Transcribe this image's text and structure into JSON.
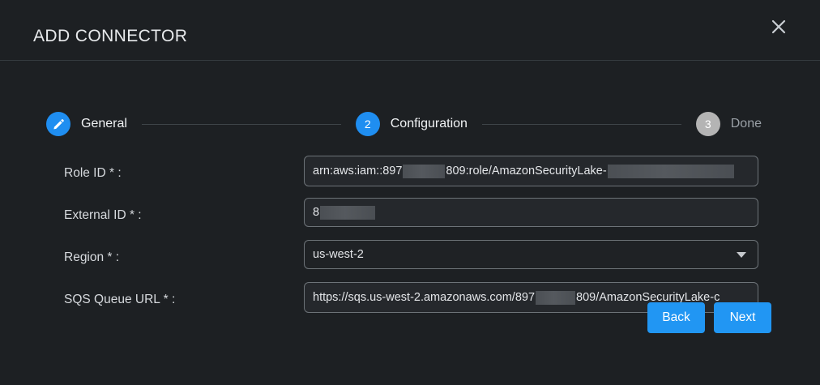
{
  "dialog": {
    "title": "ADD CONNECTOR",
    "close_icon": "close-icon"
  },
  "colors": {
    "background": "#1d2023",
    "accent": "#2196f3",
    "step_active": "#1f8ef1",
    "step_inactive": "#b4b4b4",
    "field_border": "#6d7378",
    "text_primary": "#e8eaec",
    "text_muted": "#9aa0a6",
    "redaction": "#4f5358"
  },
  "stepper": {
    "steps": [
      {
        "marker": "pencil-icon",
        "number": "1",
        "label": "General",
        "state": "completed"
      },
      {
        "marker": "number",
        "number": "2",
        "label": "Configuration",
        "state": "active"
      },
      {
        "marker": "number",
        "number": "3",
        "label": "Done",
        "state": "inactive"
      }
    ]
  },
  "form": {
    "fields": [
      {
        "label": "Role ID * :",
        "type": "text",
        "value_prefix": "arn:aws:iam::897",
        "value_middle": "809:role/AmazonSecurityLake-",
        "redacted": true
      },
      {
        "label": "External ID * :",
        "type": "text",
        "value_prefix": "8",
        "value_middle": "",
        "redacted": true
      },
      {
        "label": "Region * :",
        "type": "select",
        "value": "us-west-2",
        "caret_icon": "chevron-down-icon"
      },
      {
        "label": "SQS Queue URL * :",
        "type": "text",
        "value_prefix": "https://sqs.us-west-2.amazonaws.com/897",
        "value_middle": "809/AmazonSecurityLake-c",
        "redacted": true
      }
    ]
  },
  "actions": {
    "back_label": "Back",
    "next_label": "Next"
  }
}
